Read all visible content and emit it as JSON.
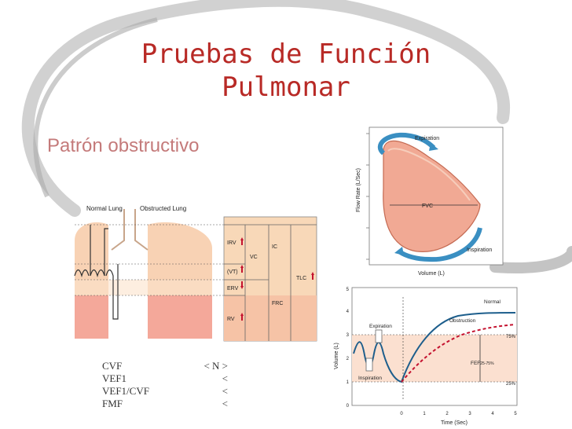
{
  "slide": {
    "title_line1": "Pruebas  de  Función",
    "title_line2": "Pulmonar",
    "subtitle": "Patrón obstructivo"
  },
  "lung_diagram": {
    "normal_label": "Normal Lung",
    "obstructed_label": "Obstructed Lung",
    "volumes": [
      "IRV",
      "(VT)",
      "ERV",
      "RV"
    ],
    "capacities": [
      "IC",
      "VC",
      "FRC",
      "TLC"
    ]
  },
  "flow_volume": {
    "y_label": "Flow Rate (L/Sec)",
    "x_label": "Volume (L)",
    "expiration_label": "Expiration",
    "inspiration_label": "Inspiration",
    "fvc_label": "FVC"
  },
  "spirometry": {
    "y_label": "Volume (L)",
    "x_label": "Time (Sec)",
    "y_ticks": [
      "0",
      "1",
      "2",
      "3",
      "4",
      "5"
    ],
    "x_ticks": [
      "0",
      "1",
      "2",
      "3",
      "4",
      "5"
    ],
    "normal_label": "Normal",
    "obstruction_label": "Obstruction",
    "expiration_label": "Expiration",
    "inspiration_label": "Inspiration",
    "fef_label": "FEF",
    "fef_sub": "25-75%",
    "pct_75": "75%",
    "pct_25": "25%"
  },
  "pft_table": [
    {
      "label": "CVF",
      "value": "< N >"
    },
    {
      "label": "VEF1",
      "value": "<"
    },
    {
      "label": "VEF1/CVF",
      "value": "<"
    },
    {
      "label": "FMF",
      "value": "<"
    }
  ],
  "colors": {
    "title": "#b82a26",
    "subtitle": "#c47a7a",
    "lung_fill": "#f6c9a8",
    "normal_curve": "#1d5e8c",
    "obstruction_curve": "#c4122f"
  }
}
